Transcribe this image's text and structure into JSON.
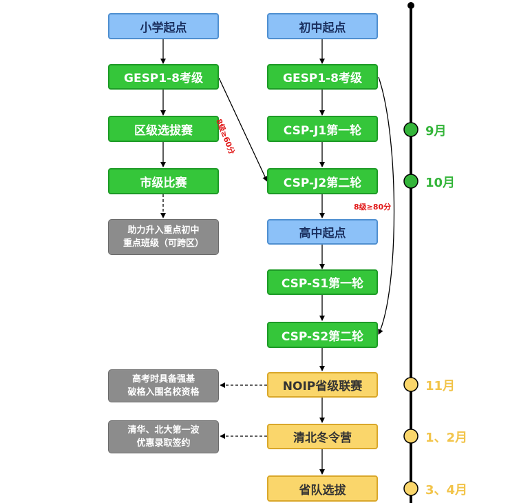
{
  "boxes": {
    "primary_start": "小学起点",
    "gesp_primary": "GESP1-8考级",
    "district": "区级选拔赛",
    "city": "市级比赛",
    "middle_outcome": "助力升入重点初中\n重点班级（可跨区）",
    "junior_start": "初中起点",
    "gesp_junior": "GESP1-8考级",
    "cspj1": "CSP-J1第一轮",
    "cspj2": "CSP-J2第二轮",
    "senior_start": "高中起点",
    "csps1": "CSP-S1第一轮",
    "csps2": "CSP-S2第二轮",
    "noip": "NOIP省级联赛",
    "qingbei": "清北冬令营",
    "provincial": "省队选拔",
    "gaokao_outcome": "高考时具备强基\n破格入围名校资格",
    "tsinghua_outcome": "清华、北大第一波\n优惠录取签约"
  },
  "conditions": {
    "gesp_primary_to_cspj2": "8级≥60分",
    "gesp_junior_to_csps2": "8级≥80分"
  },
  "timeline": [
    {
      "label": "9月",
      "color": "green"
    },
    {
      "label": "10月",
      "color": "green"
    },
    {
      "label": "11月",
      "color": "yellow"
    },
    {
      "label": "1、2月",
      "color": "yellow"
    },
    {
      "label": "3、4月",
      "color": "yellow"
    }
  ],
  "colors": {
    "blue_fill": "#8cc1f8",
    "green_fill": "#35c63a",
    "gray_fill": "#8c8c8c",
    "yellow_fill": "#fad66b",
    "condition_red": "#e11919",
    "timeline_green": "#34b53a",
    "timeline_yellow": "#f2c44a"
  }
}
